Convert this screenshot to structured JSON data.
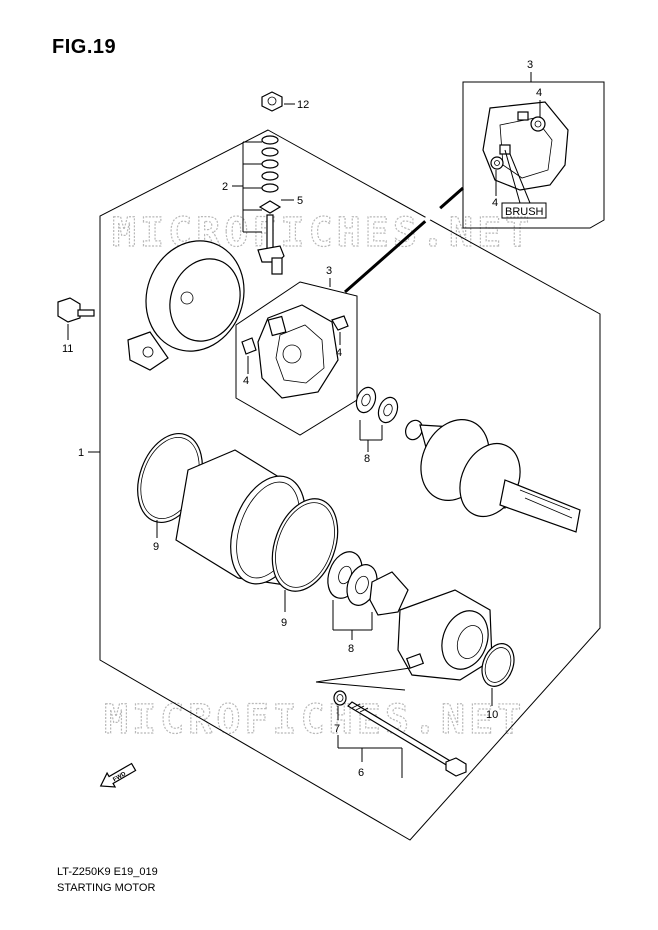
{
  "figure": {
    "title": "FIG.19",
    "model_code": "LT-Z250K9 E19_019",
    "diagram_name": "STARTING MOTOR"
  },
  "watermark": "MICROFICHES.NET",
  "inset": {
    "callout_label": "BRUSH"
  },
  "callouts": {
    "c1": "1",
    "c2": "2",
    "c3": "3",
    "c3b": "3",
    "c4a": "4",
    "c4b": "4",
    "c4c": "4",
    "c4d": "4",
    "c5": "5",
    "c6": "6",
    "c7": "7",
    "c8a": "8",
    "c8b": "8",
    "c9a": "9",
    "c9b": "9",
    "c10": "10",
    "c11": "11",
    "c12": "12"
  },
  "direction_marker": "FWD",
  "colors": {
    "line": "#000000",
    "watermark": "#b8b8b8",
    "background": "#ffffff"
  }
}
